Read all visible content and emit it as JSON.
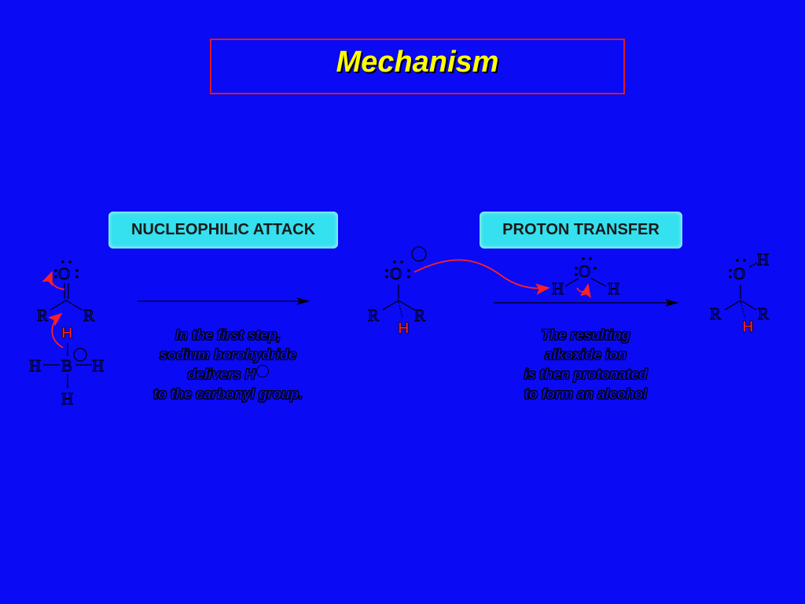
{
  "slide": {
    "title": "Mechanism"
  },
  "steps": {
    "step1_label": "NUCLEOPHILIC ATTACK",
    "step2_label": "PROTON TRANSFER"
  },
  "captions": {
    "step1": [
      "In the first step,",
      "sodium borohydride",
      "delivers H",
      "to the carbonyl group."
    ],
    "step2": [
      "The resulting",
      "alkoxide ion",
      "is then protonated",
      "to form an alcohol"
    ]
  },
  "atoms": {
    "O": "O",
    "R": "R",
    "H": "H",
    "B": "B"
  },
  "colors": {
    "background": "#0a0af5",
    "title": "#ffff00",
    "title_border": "#e01a1a",
    "label_box": "#35e0ef",
    "arrow_red": "#ff2020",
    "hydride": "#ff2020"
  }
}
